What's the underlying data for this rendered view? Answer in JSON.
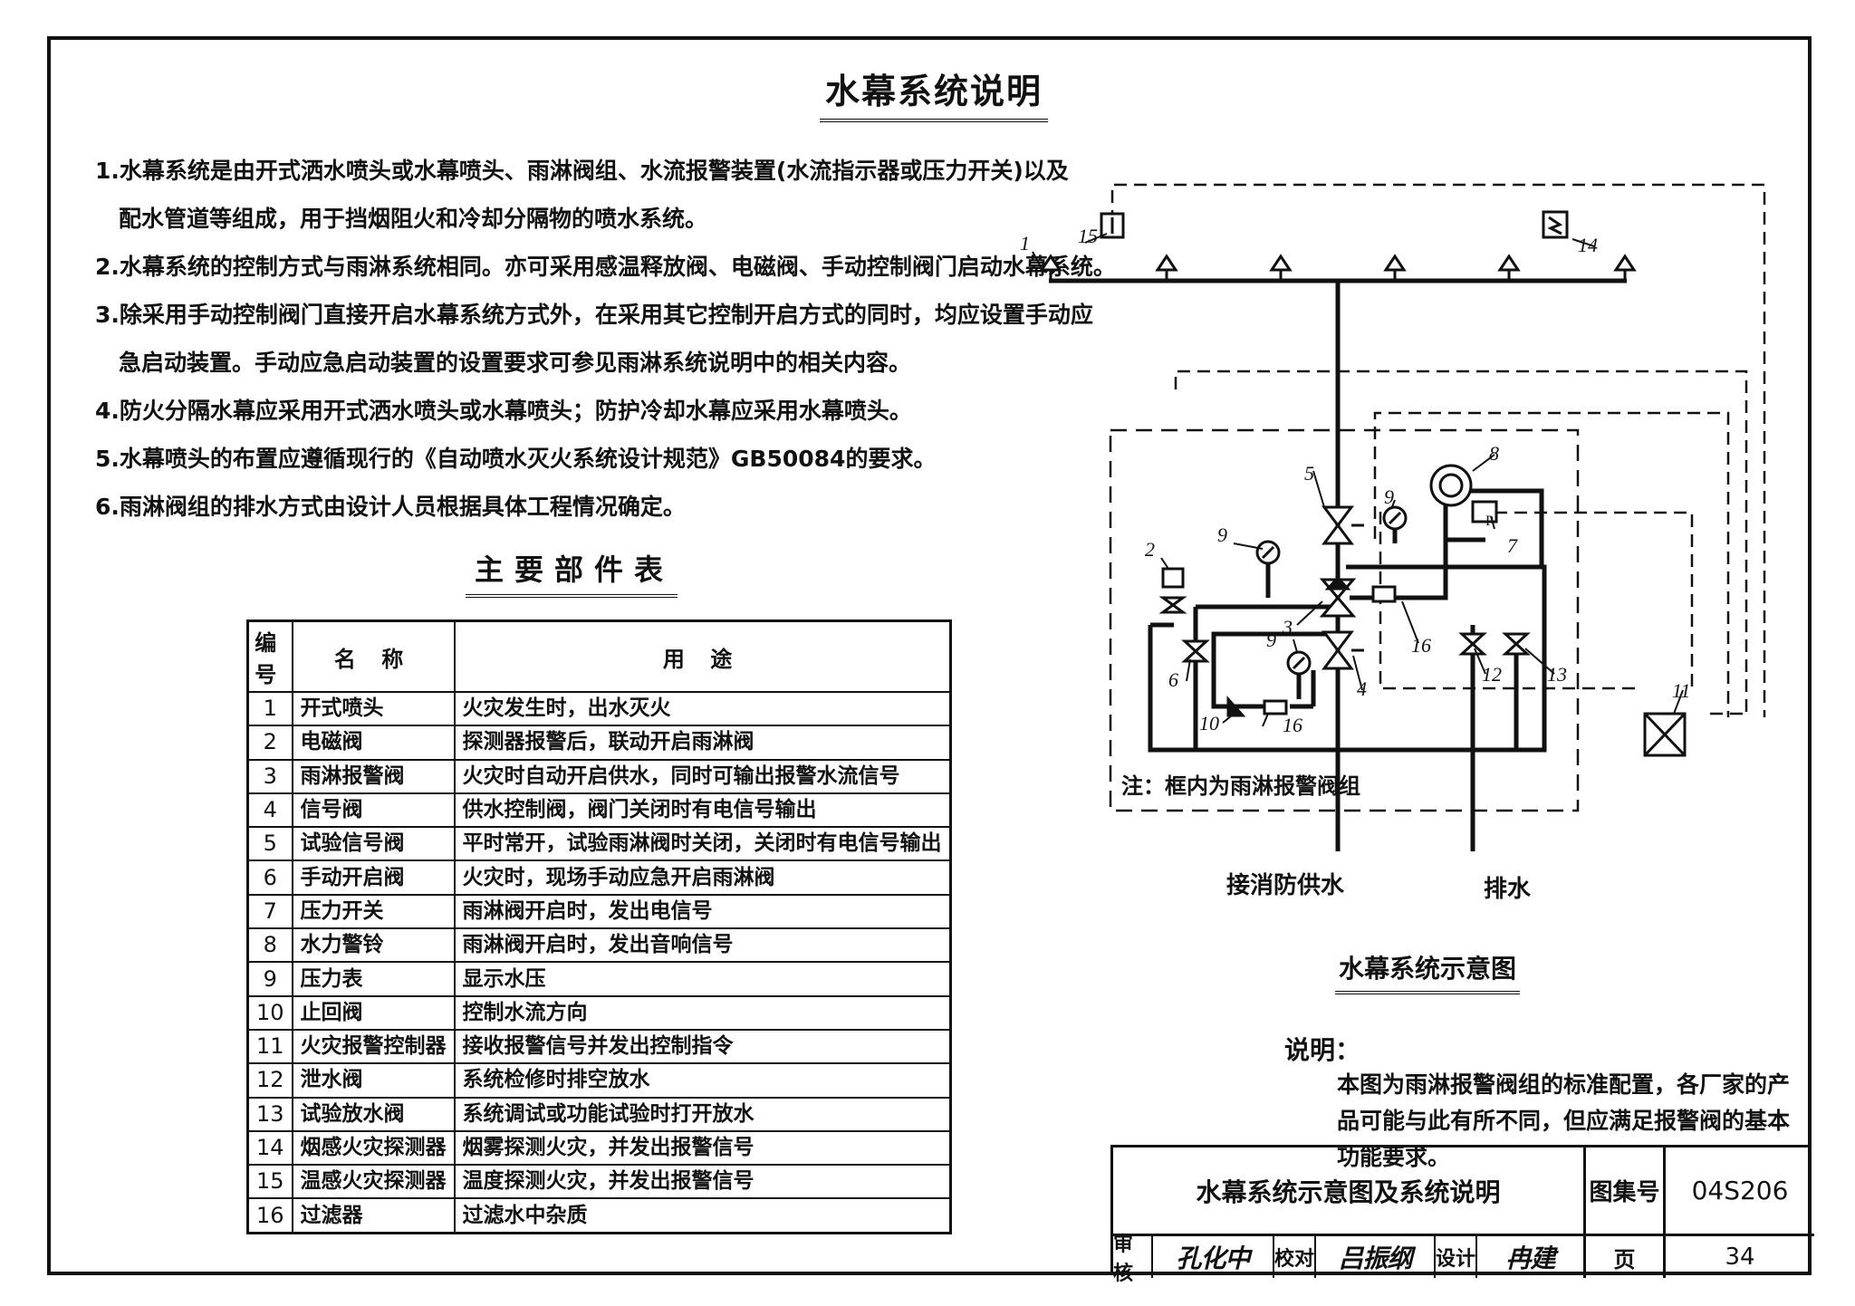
{
  "page": {
    "title": "水幕系统说明"
  },
  "notes": [
    "1.水幕系统是由开式洒水喷头或水幕喷头、雨淋阀组、水流报警装置(水流指示器或压力开关)以及",
    "配水管道等组成，用于挡烟阻火和冷却分隔物的喷水系统。",
    "2.水幕系统的控制方式与雨淋系统相同。亦可采用感温释放阀、电磁阀、手动控制阀门启动水幕系统。",
    "3.除采用手动控制阀门直接开启水幕系统方式外，在采用其它控制开启方式的同时，均应设置手动应",
    "急启动装置。手动应急启动装置的设置要求可参见雨淋系统说明中的相关内容。",
    "4.防火分隔水幕应采用开式洒水喷头或水幕喷头；防护冷却水幕应采用水幕喷头。",
    "5.水幕喷头的布置应遵循现行的《自动喷水灭火系统设计规范》GB50084的要求。",
    "6.雨淋阀组的排水方式由设计人员根据具体工程情况确定。"
  ],
  "parts_table": {
    "title": "主要部件表",
    "headers": [
      "编号",
      "名 称",
      "用 途"
    ],
    "rows": [
      [
        "1",
        "开式喷头",
        "火灾发生时，出水灭火"
      ],
      [
        "2",
        "电磁阀",
        "探测器报警后，联动开启雨淋阀"
      ],
      [
        "3",
        "雨淋报警阀",
        "火灾时自动开启供水，同时可输出报警水流信号"
      ],
      [
        "4",
        "信号阀",
        "供水控制阀，阀门关闭时有电信号输出"
      ],
      [
        "5",
        "试验信号阀",
        "平时常开，试验雨淋阀时关闭，关闭时有电信号输出"
      ],
      [
        "6",
        "手动开启阀",
        "火灾时，现场手动应急开启雨淋阀"
      ],
      [
        "7",
        "压力开关",
        "雨淋阀开启时，发出电信号"
      ],
      [
        "8",
        "水力警铃",
        "雨淋阀开启时，发出音响信号"
      ],
      [
        "9",
        "压力表",
        "显示水压"
      ],
      [
        "10",
        "止回阀",
        "控制水流方向"
      ],
      [
        "11",
        "火灾报警控制器",
        "接收报警信号并发出控制指令"
      ],
      [
        "12",
        "泄水阀",
        "系统检修时排空放水"
      ],
      [
        "13",
        "试验放水阀",
        "系统调试或功能试验时打开放水"
      ],
      [
        "14",
        "烟感火灾探测器",
        "烟雾探测火灾，并发出报警信号"
      ],
      [
        "15",
        "温感火灾探测器",
        "温度探测火灾，并发出报警信号"
      ],
      [
        "16",
        "过滤器",
        "过滤水中杂质"
      ]
    ]
  },
  "diagram": {
    "labels": {
      "n1": "1",
      "n2": "2",
      "n3": "3",
      "n4": "4",
      "n5": "5",
      "n6": "6",
      "n7": "7",
      "n8": "8",
      "n9a": "9",
      "n9b": "9",
      "n9c": "9",
      "n10": "10",
      "n11": "11",
      "n12": "12",
      "n13": "13",
      "n14": "14",
      "n15": "15",
      "n16a": "16",
      "n16b": "16",
      "p_symbol": "P"
    },
    "frame_note": "注：框内为雨淋报警阀组",
    "supply_label": "接消防供水",
    "drain_label": "排水",
    "title": "水幕系统示意图"
  },
  "explanation": {
    "heading": "说明：",
    "text": "本图为雨淋报警阀组的标准配置，各厂家的产品可能与此有所不同，但应满足报警阀的基本功能要求。"
  },
  "title_block": {
    "drawing_title": "水幕系统示意图及系统说明",
    "atlas_label": "图集号",
    "atlas_number": "04S206",
    "review_label": "审核",
    "review_sign": "孔化中",
    "check_label": "校对",
    "check_sign": "吕振纲",
    "design_label": "设计",
    "design_sign": "冉建",
    "page_label": "页",
    "page_number": "34"
  }
}
